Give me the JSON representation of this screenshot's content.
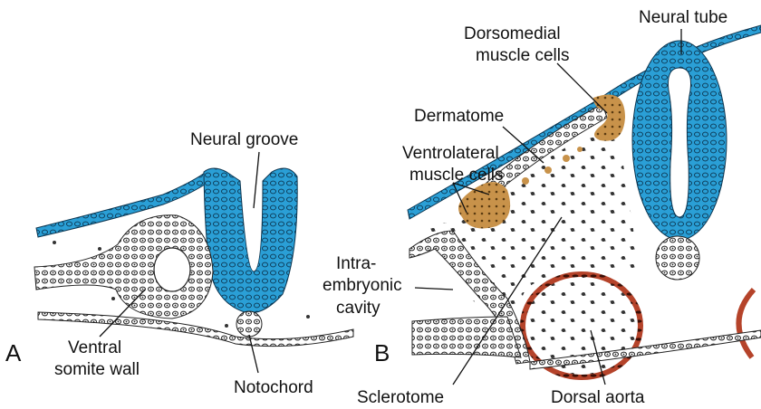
{
  "colors": {
    "ectoderm": "#2a9fd6",
    "muscle": "#c8924a",
    "aorta": "#b5432a",
    "cells": "#333333"
  },
  "panel_a": {
    "letter": "A",
    "labels": {
      "neural_groove": "Neural groove",
      "ventral_somite_wall_1": "Ventral",
      "ventral_somite_wall_2": "somite wall",
      "notochord": "Notochord"
    }
  },
  "panel_b": {
    "letter": "B",
    "labels": {
      "dorsomedial_1": "Dorsomedial",
      "dorsomedial_2": "muscle cells",
      "neural_tube": "Neural tube",
      "dermatome": "Dermatome",
      "ventrolateral_1": "Ventrolateral",
      "ventrolateral_2": "muscle cells",
      "cavity_1": "Intra-",
      "cavity_2": "embryonic",
      "cavity_3": "cavity",
      "sclerotome": "Sclerotome",
      "dorsal_aorta": "Dorsal aorta"
    }
  }
}
